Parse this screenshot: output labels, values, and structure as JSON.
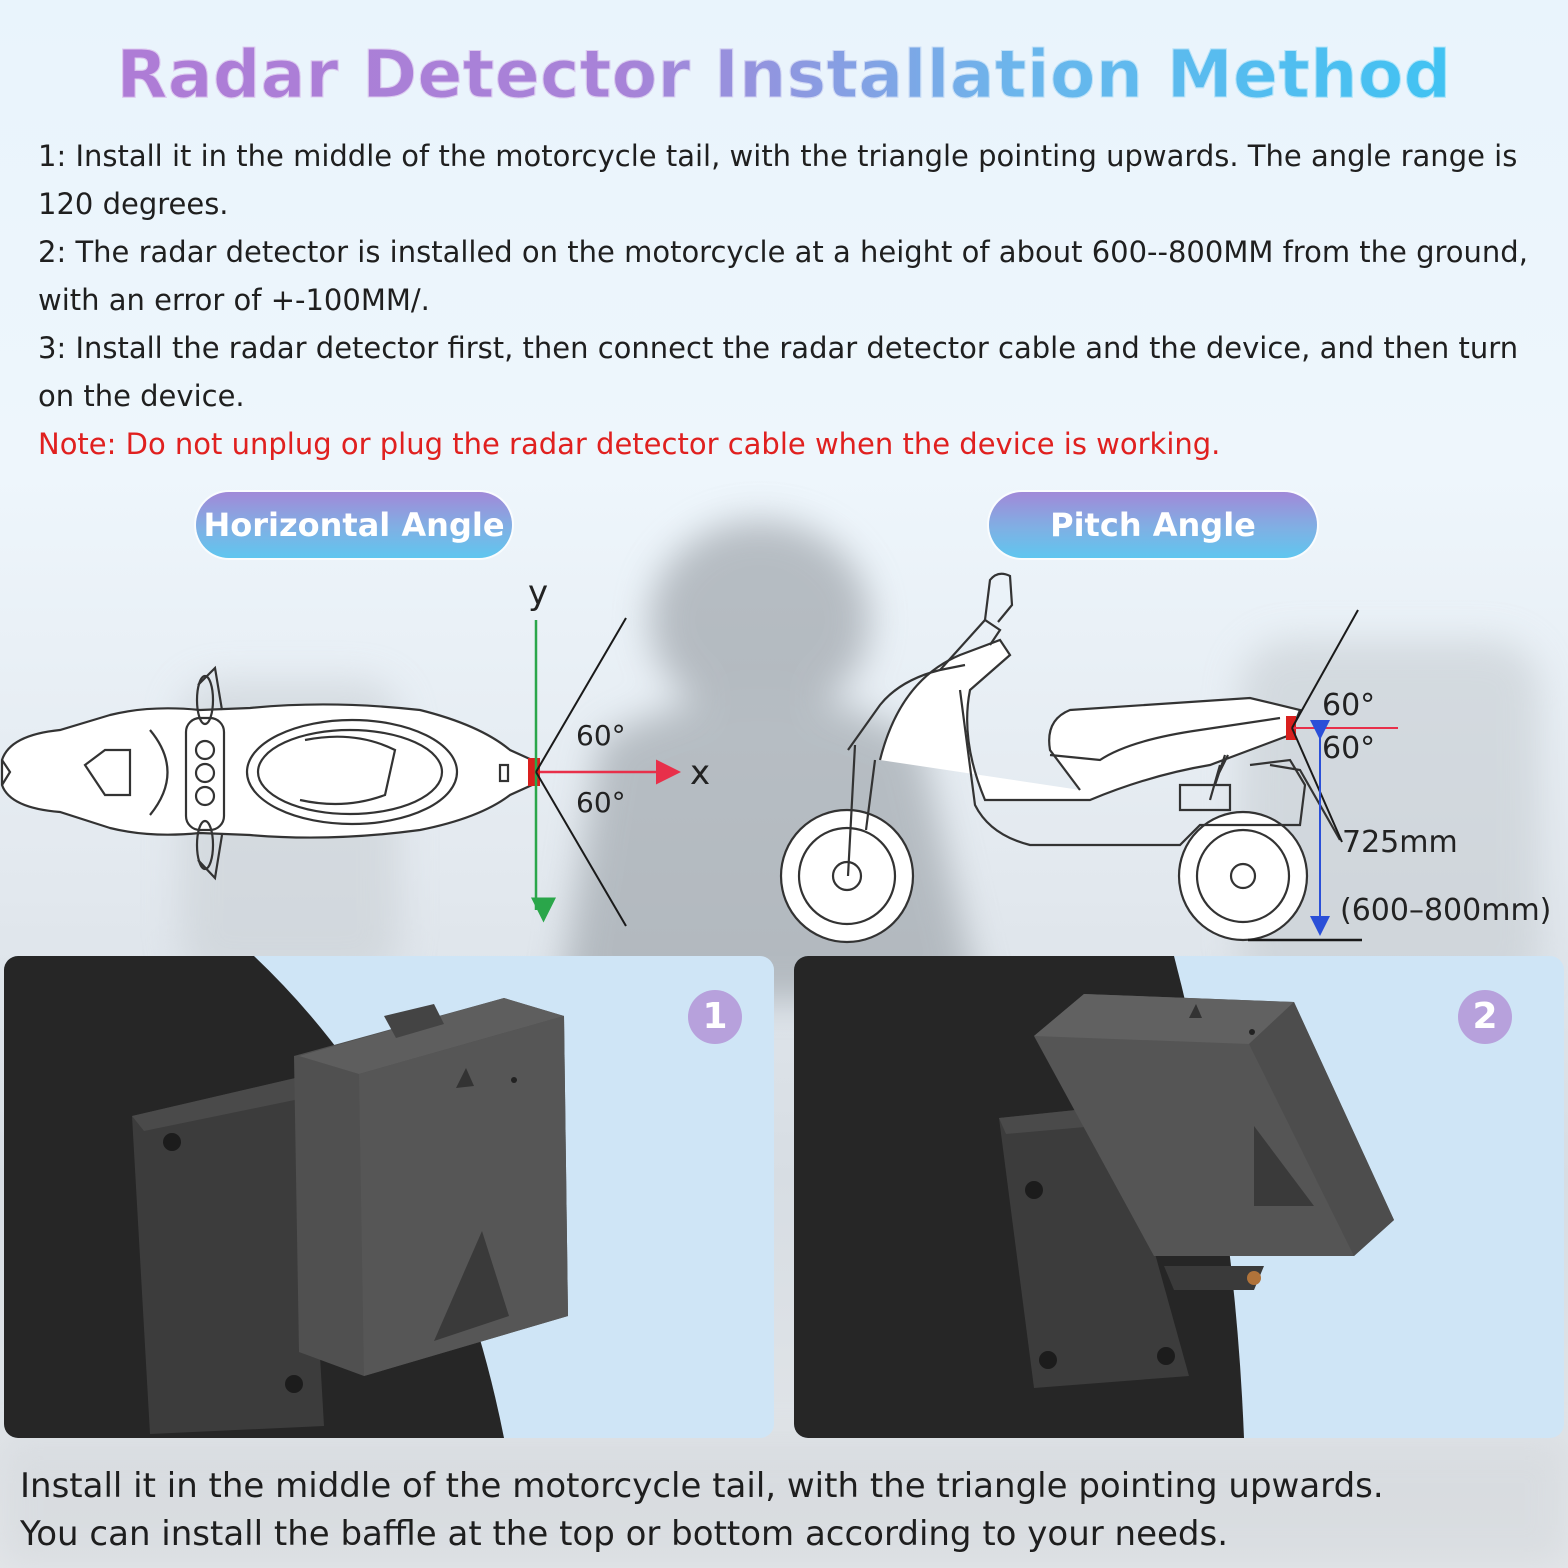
{
  "header": {
    "title": "Radar Detector Installation Method"
  },
  "steps": [
    "1: Install it in the middle of the motorcycle tail, with the triangle pointing upwards. The angle range is 120 degrees.",
    "2: The radar detector is installed on the motorcycle at a height of about 600--800MM from the ground, with an error of +-100MM/.",
    "3: Install the radar detector first, then connect the radar detector cable and the device, and then turn on the device."
  ],
  "note": "Note: Do not unplug or plug the radar detector cable when the device is working.",
  "horizontal": {
    "label": "Horizontal Angle",
    "axis_y": "y",
    "axis_x": "x",
    "angle_top": "60°",
    "angle_bottom": "60°"
  },
  "pitch": {
    "label": "Pitch Angle",
    "angle_top": "60°",
    "angle_bottom": "60°",
    "height": "725mm",
    "range": "(600–800mm)"
  },
  "photos": [
    {
      "badge": "1"
    },
    {
      "badge": "2"
    }
  ],
  "caption": [
    "Install it in the middle of the motorcycle tail, with the triangle pointing upwards.",
    "You can install the baffle at the top or bottom according to your needs."
  ],
  "colors": {
    "note": "#e0201f",
    "sensor": "#d9201e",
    "x_axis": "#e8304a",
    "y_axis": "#2aa64a",
    "height_arrow": "#2a4fd8",
    "badge": "#b7a1dc",
    "device": "#4b4b4b"
  }
}
